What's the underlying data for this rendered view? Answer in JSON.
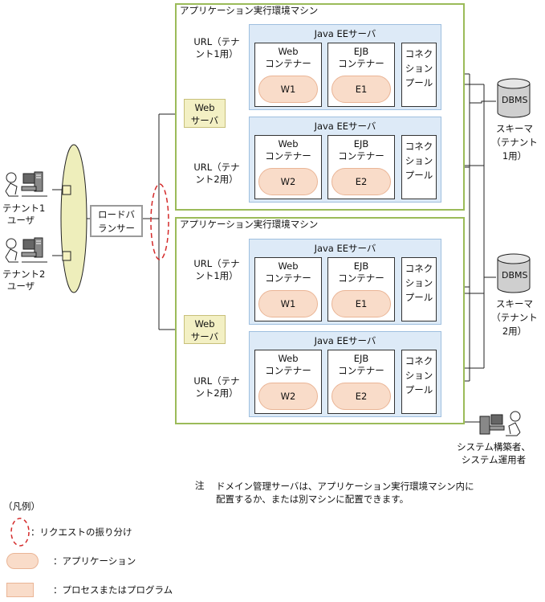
{
  "machines": [
    {
      "title": "アプリケーション実行環境マシン",
      "web_server": [
        "Web",
        "サーバ"
      ],
      "servers": [
        {
          "title": "Java EEサーバ",
          "url_label": [
            "URL（テナ",
            "ント1用）"
          ],
          "web_container": [
            "Web",
            "コンテナー"
          ],
          "web_app": "W1",
          "ejb_container": [
            "EJB",
            "コンテナー"
          ],
          "ejb_app": "E1",
          "pool": [
            "コネク",
            "ション",
            "プール"
          ]
        },
        {
          "title": "Java EEサーバ",
          "url_label": [
            "URL（テナ",
            "ント2用）"
          ],
          "web_container": [
            "Web",
            "コンテナー"
          ],
          "web_app": "W2",
          "ejb_container": [
            "EJB",
            "コンテナー"
          ],
          "ejb_app": "E2",
          "pool": [
            "コネク",
            "ション",
            "プール"
          ]
        }
      ]
    },
    {
      "title": "アプリケーション実行環境マシン",
      "web_server": [
        "Web",
        "サーバ"
      ],
      "servers": [
        {
          "title": "Java EEサーバ",
          "url_label": [
            "URL（テナ",
            "ント1用）"
          ],
          "web_container": [
            "Web",
            "コンテナー"
          ],
          "web_app": "W1",
          "ejb_container": [
            "EJB",
            "コンテナー"
          ],
          "ejb_app": "E1",
          "pool": [
            "コネク",
            "ション",
            "プール"
          ]
        },
        {
          "title": "Java EEサーバ",
          "url_label": [
            "URL（テナ",
            "ント2用）"
          ],
          "web_container": [
            "Web",
            "コンテナー"
          ],
          "web_app": "W2",
          "ejb_container": [
            "EJB",
            "コンテナー"
          ],
          "ejb_app": "E2",
          "pool": [
            "コネク",
            "ション",
            "プール"
          ]
        }
      ]
    }
  ],
  "users": [
    {
      "label": [
        "テナント1",
        "ユーザ"
      ]
    },
    {
      "label": [
        "テナント2",
        "ユーザ"
      ]
    }
  ],
  "load_balancer": [
    "ロードバ",
    "ランサー"
  ],
  "databases": [
    {
      "name": "DBMS",
      "schema": [
        "スキーマ",
        "（テナント",
        "1用）"
      ]
    },
    {
      "name": "DBMS",
      "schema": [
        "スキーマ",
        "（テナント",
        "2用）"
      ]
    }
  ],
  "admin_label": [
    "システム構築者、",
    "システム運用者"
  ],
  "note": {
    "prefix": "注",
    "lines": [
      "ドメイン管理サーバは、アプリケーション実行環境マシン内に",
      "配置するか、または別マシンに配置できます。"
    ]
  },
  "legend": {
    "title": "（凡例）",
    "items": [
      {
        "symbol": "dashed-ellipse",
        "label": "：リクエストの振り分け"
      },
      {
        "symbol": "application",
        "label": "：アプリケーション"
      },
      {
        "symbol": "process",
        "label": "：プロセスまたはプログラム"
      }
    ]
  },
  "colors": {
    "machine_border": "#9bbb59",
    "javaee_fill": "#ddeaf7",
    "application_fill": "#f9dcc9",
    "web_server_fill": "#f3f0c4",
    "hub_fill": "#eeeebb",
    "distribution_ellipse": "#d42a2a"
  }
}
